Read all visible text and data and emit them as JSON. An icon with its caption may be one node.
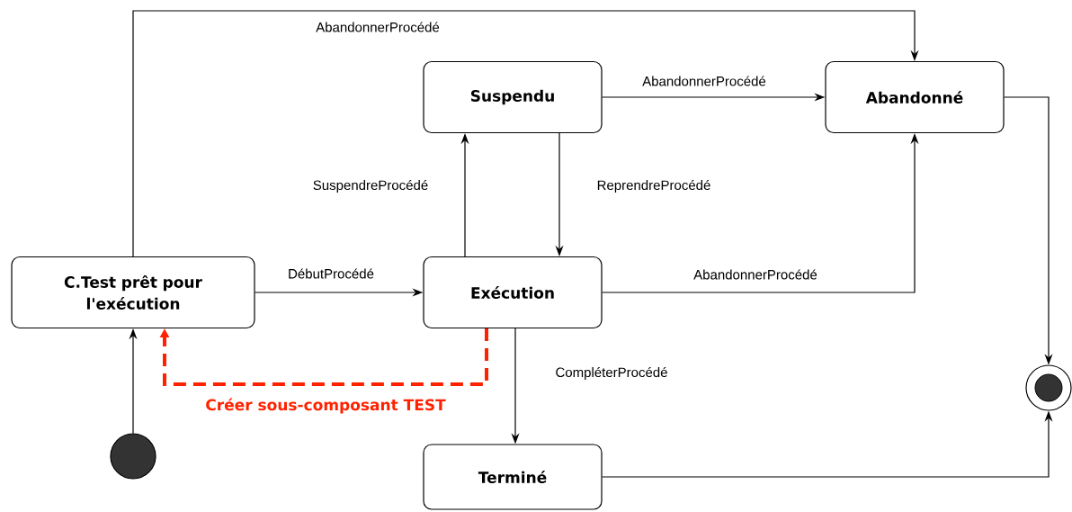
{
  "diagram": {
    "nodes": [
      {
        "text": [
          "C.Test prêt pour l'exécution"
        ]
      },
      {
        "text": [
          "Suspendu"
        ]
      },
      {
        "text": [
          "Abandonné"
        ]
      },
      {
        "text": [
          "Exécution"
        ]
      },
      {
        "text": [
          "Terminé"
        ]
      },
      {
        "text": [],
        "shape": "circle"
      },
      {
        "text": [],
        "shape": "bullseye"
      }
    ],
    "edges": [
      {
        "from": 0,
        "to": 2,
        "arrow": "to",
        "label": "AbandonnerProcédé"
      },
      {
        "from": 1,
        "to": 2,
        "arrow": "to",
        "label": "AbandonnerProcédé"
      },
      {
        "from": 3,
        "to": 1,
        "arrow": "to",
        "label": "SuspendreProcédé"
      },
      {
        "from": 1,
        "to": 3,
        "arrow": "to",
        "label": "ReprendreProcédé"
      },
      {
        "from": 0,
        "to": 3,
        "arrow": "to",
        "label": "DébutProcédé"
      },
      {
        "from": 3,
        "to": 2,
        "arrow": "to",
        "label": "AbandonnerProcédé"
      },
      {
        "from": 3,
        "to": 4,
        "arrow": "to",
        "label": "CompléterProcédé"
      },
      {
        "from": 5,
        "to": 0,
        "arrow": "to"
      },
      {
        "from": 2,
        "to": 6,
        "arrow": "to"
      },
      {
        "from": 4,
        "to": 6,
        "arrow": "to"
      },
      {
        "from": 3,
        "to": 0,
        "arrow": "to",
        "label": "Créer sous-composant TEST",
        "style": "dashed",
        "color": "#ff2200"
      }
    ]
  }
}
